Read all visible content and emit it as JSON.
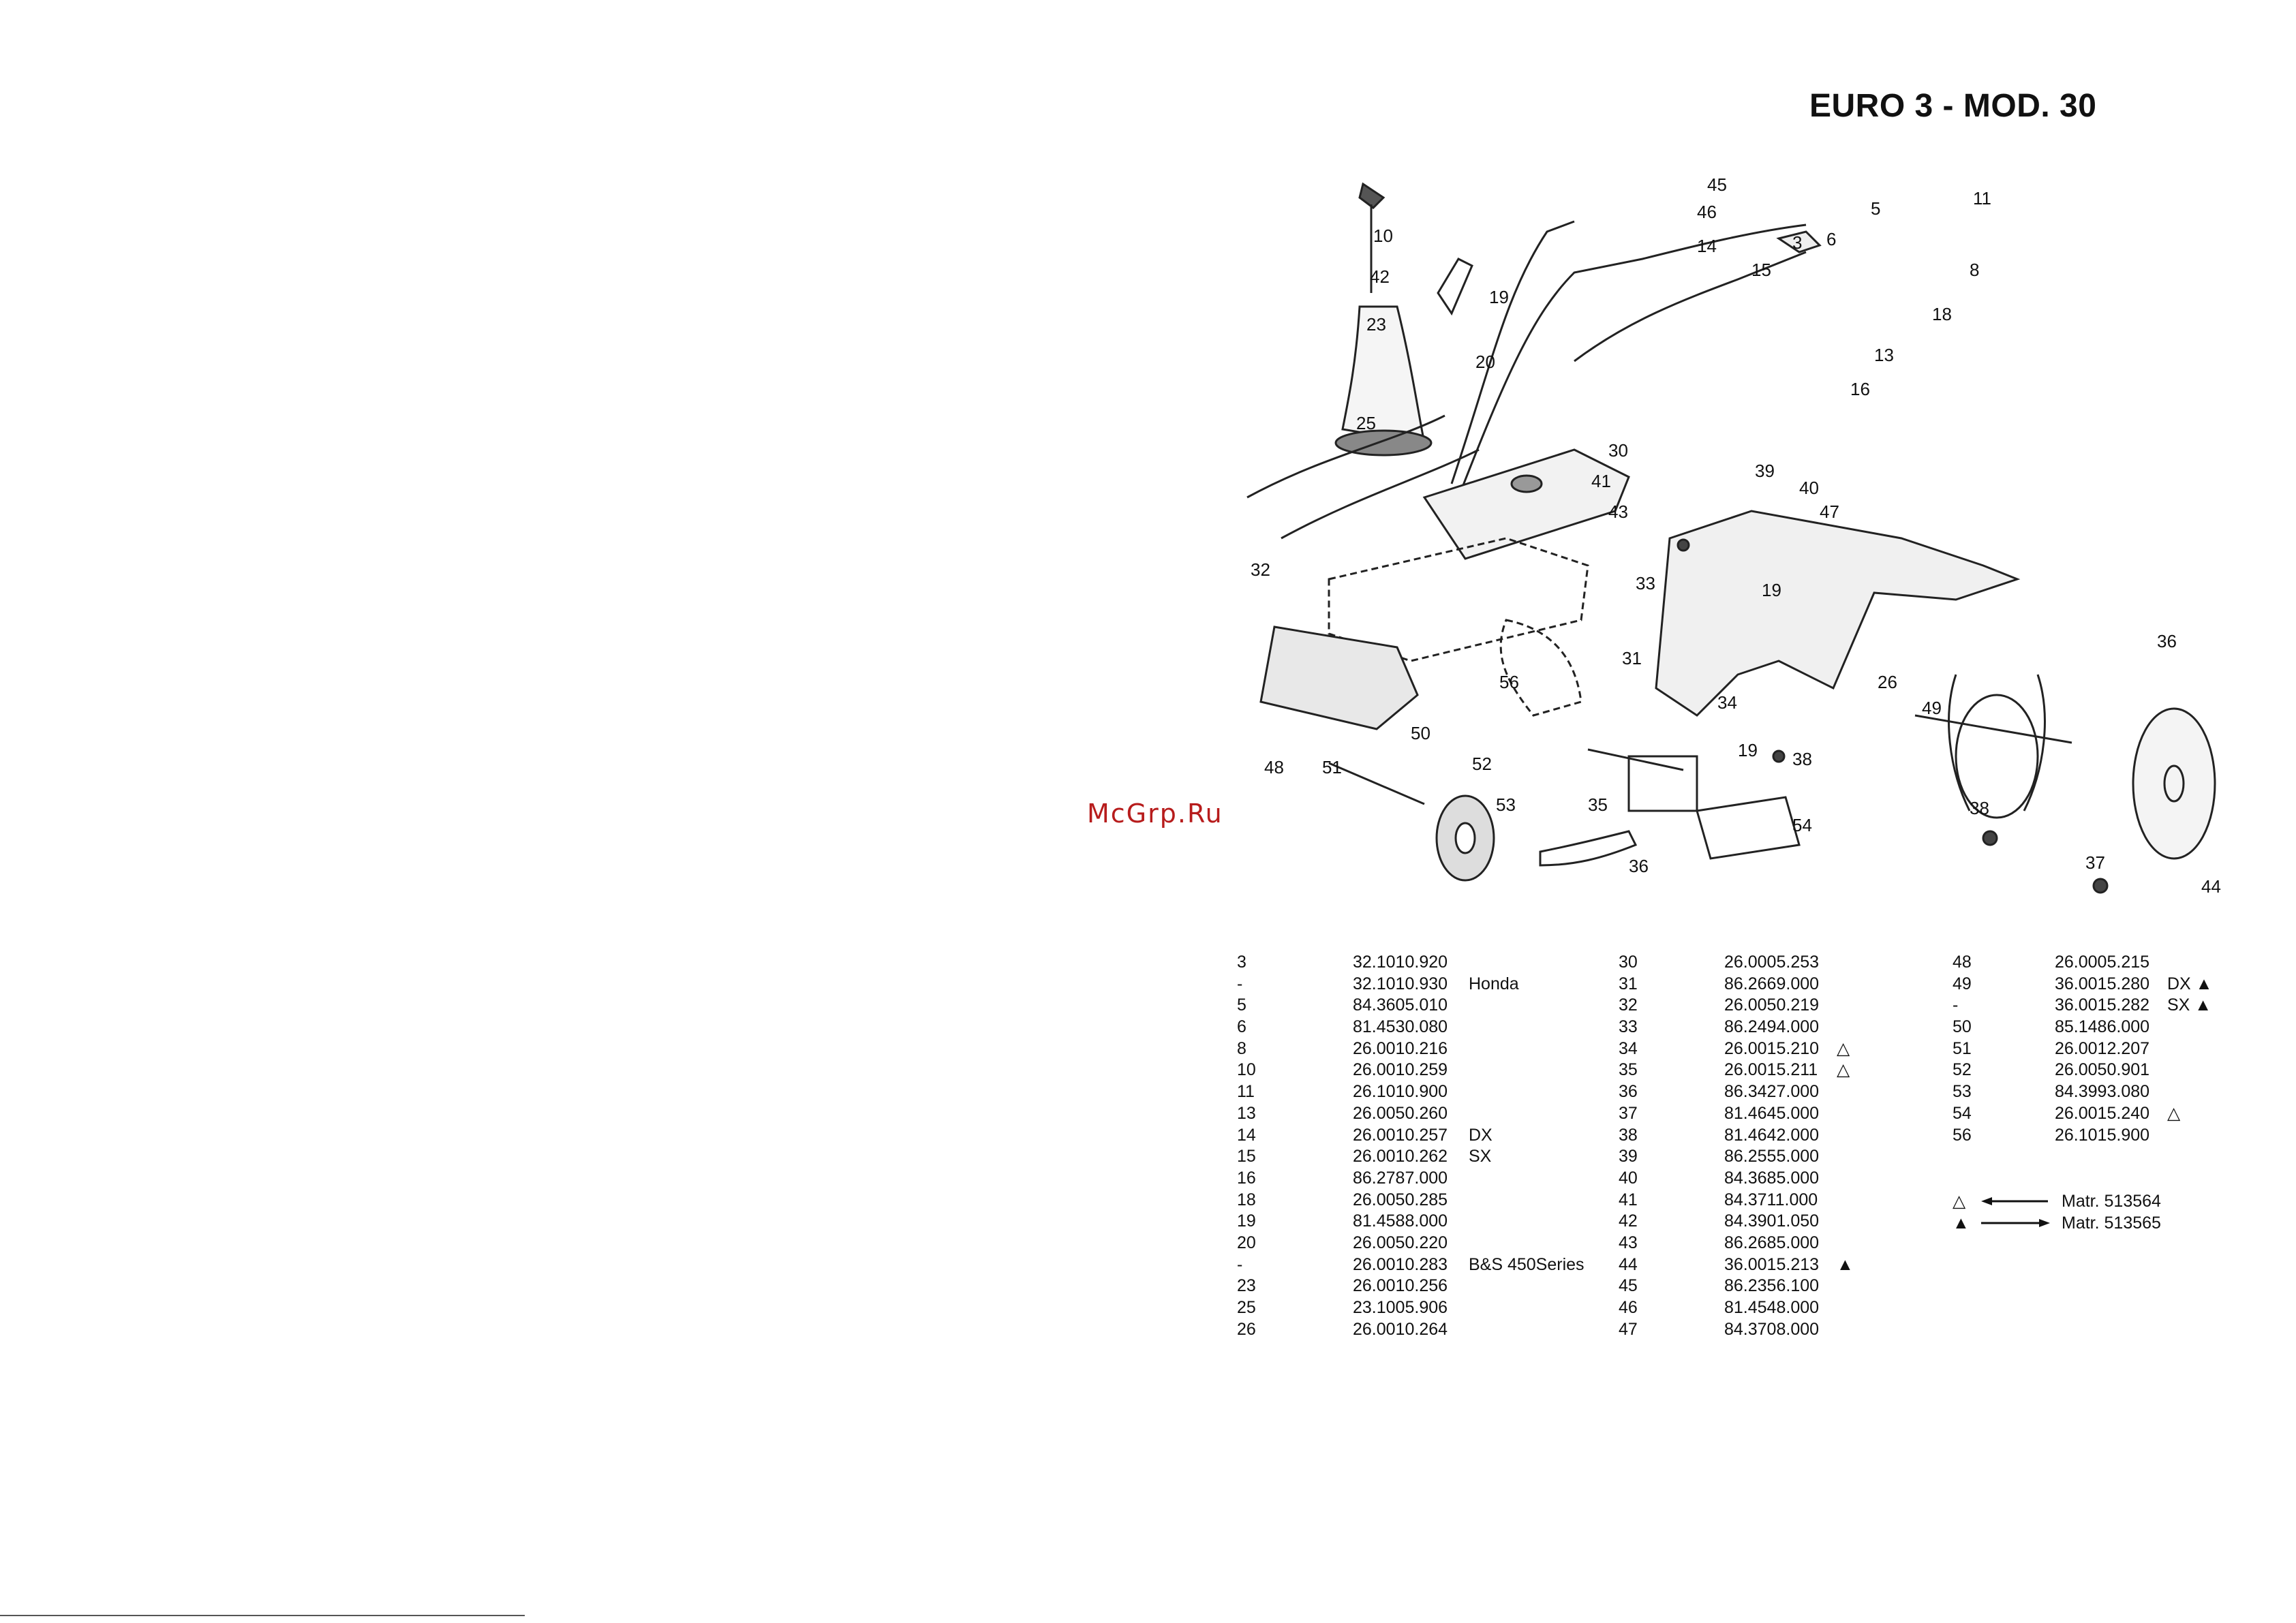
{
  "header": {
    "title": "EURO 3 - MOD. 30"
  },
  "watermark": {
    "text": "McGrp.Ru"
  },
  "diagram": {
    "callouts": [
      "45",
      "46",
      "14",
      "3",
      "5",
      "6",
      "11",
      "8",
      "18",
      "10",
      "42",
      "23",
      "19",
      "20",
      "15",
      "13",
      "16",
      "25",
      "30",
      "39",
      "40",
      "41",
      "43",
      "47",
      "19",
      "33",
      "32",
      "31",
      "56",
      "34",
      "26",
      "49",
      "36",
      "50",
      "48",
      "51",
      "52",
      "19",
      "38",
      "53",
      "35",
      "36",
      "54",
      "38",
      "37",
      "44"
    ]
  },
  "parts": {
    "columns": [
      [
        {
          "num": "3",
          "code": "32.1010.920",
          "note": ""
        },
        {
          "num": "-",
          "code": "32.1010.930",
          "note": "Honda"
        },
        {
          "num": "5",
          "code": "84.3605.010",
          "note": ""
        },
        {
          "num": "6",
          "code": "81.4530.080",
          "note": ""
        },
        {
          "num": "8",
          "code": "26.0010.216",
          "note": ""
        },
        {
          "num": "10",
          "code": "26.0010.259",
          "note": ""
        },
        {
          "num": "11",
          "code": "26.1010.900",
          "note": ""
        },
        {
          "num": "13",
          "code": "26.0050.260",
          "note": ""
        },
        {
          "num": "14",
          "code": "26.0010.257",
          "note": "DX"
        },
        {
          "num": "15",
          "code": "26.0010.262",
          "note": "SX"
        },
        {
          "num": "16",
          "code": "86.2787.000",
          "note": ""
        },
        {
          "num": "18",
          "code": "26.0050.285",
          "note": ""
        },
        {
          "num": "19",
          "code": "81.4588.000",
          "note": ""
        },
        {
          "num": "20",
          "code": "26.0050.220",
          "note": ""
        },
        {
          "num": "-",
          "code": "26.0010.283",
          "note": "B&S 450Series"
        },
        {
          "num": "23",
          "code": "26.0010.256",
          "note": ""
        },
        {
          "num": "25",
          "code": "23.1005.906",
          "note": ""
        },
        {
          "num": "26",
          "code": "26.0010.264",
          "note": ""
        }
      ],
      [
        {
          "num": "30",
          "code": "26.0005.253",
          "note": ""
        },
        {
          "num": "31",
          "code": "86.2669.000",
          "note": ""
        },
        {
          "num": "32",
          "code": "26.0050.219",
          "note": ""
        },
        {
          "num": "33",
          "code": "86.2494.000",
          "note": ""
        },
        {
          "num": "34",
          "code": "26.0015.210",
          "note": "△"
        },
        {
          "num": "35",
          "code": "26.0015.211",
          "note": "△"
        },
        {
          "num": "36",
          "code": "86.3427.000",
          "note": ""
        },
        {
          "num": "37",
          "code": "81.4645.000",
          "note": ""
        },
        {
          "num": "38",
          "code": "81.4642.000",
          "note": ""
        },
        {
          "num": "39",
          "code": "86.2555.000",
          "note": ""
        },
        {
          "num": "40",
          "code": "84.3685.000",
          "note": ""
        },
        {
          "num": "41",
          "code": "84.3711.000",
          "note": ""
        },
        {
          "num": "42",
          "code": "84.3901.050",
          "note": ""
        },
        {
          "num": "43",
          "code": "86.2685.000",
          "note": ""
        },
        {
          "num": "44",
          "code": "36.0015.213",
          "note": "▲"
        },
        {
          "num": "45",
          "code": "86.2356.100",
          "note": ""
        },
        {
          "num": "46",
          "code": "81.4548.000",
          "note": ""
        },
        {
          "num": "47",
          "code": "84.3708.000",
          "note": ""
        }
      ],
      [
        {
          "num": "48",
          "code": "26.0005.215",
          "note": ""
        },
        {
          "num": "49",
          "code": "36.0015.280",
          "note": "DX ▲"
        },
        {
          "num": "-",
          "code": "36.0015.282",
          "note": "SX ▲"
        },
        {
          "num": "50",
          "code": "85.1486.000",
          "note": ""
        },
        {
          "num": "51",
          "code": "26.0012.207",
          "note": ""
        },
        {
          "num": "52",
          "code": "26.0050.901",
          "note": ""
        },
        {
          "num": "53",
          "code": "84.3993.080",
          "note": ""
        },
        {
          "num": "54",
          "code": "26.0015.240",
          "note": "△"
        },
        {
          "num": "56",
          "code": "26.1015.900",
          "note": ""
        }
      ]
    ]
  },
  "legend": [
    {
      "symbol": "△",
      "text": "Matr. 513564"
    },
    {
      "symbol": "▲",
      "text": "Matr. 513565"
    }
  ]
}
